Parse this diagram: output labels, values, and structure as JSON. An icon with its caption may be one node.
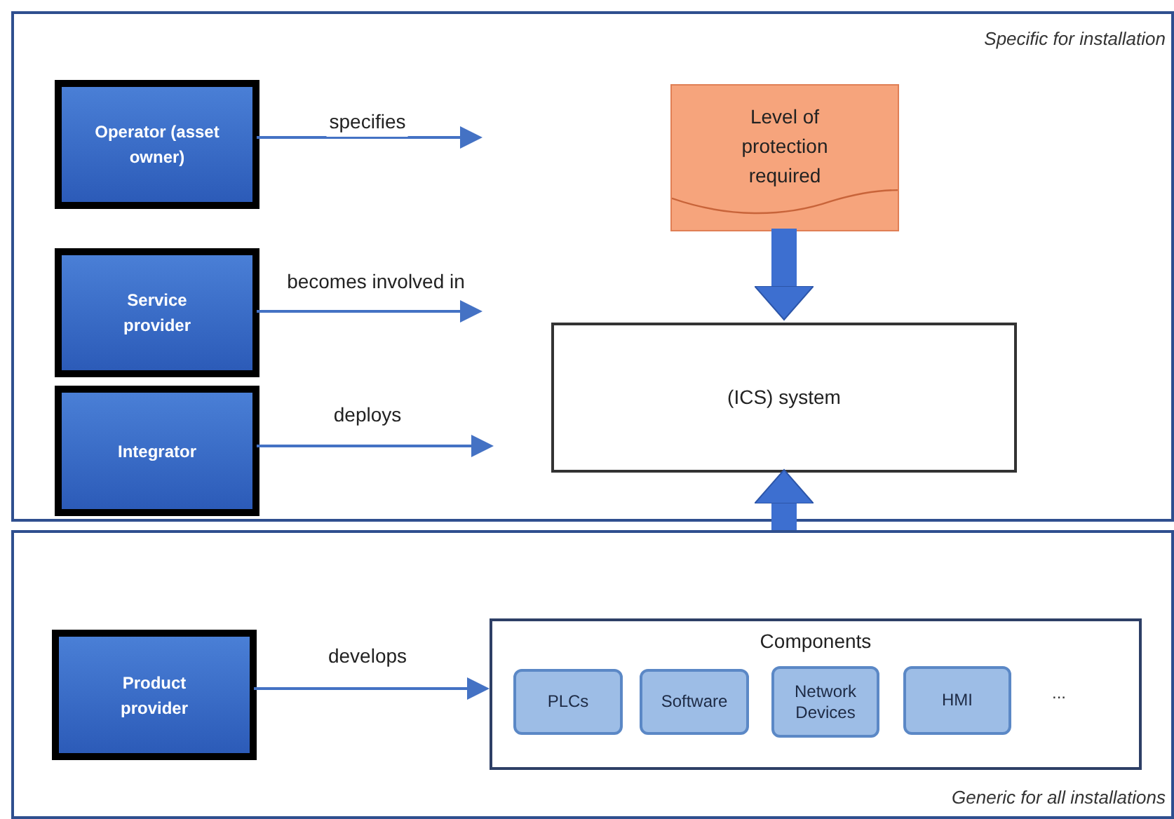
{
  "diagram": {
    "nodes": [
      {
        "text": [
          "Specific for installation"
        ]
      },
      {
        "text": [
          "Operator (asset owner)"
        ],
        "in": 0
      },
      {
        "text": [
          "Service provider"
        ],
        "in": 0
      },
      {
        "text": [
          "Integrator"
        ],
        "in": 0
      },
      {
        "text": [
          "Level of protection required"
        ],
        "in": 0
      },
      {
        "text": [
          "(ICS) system"
        ],
        "in": 0
      },
      {
        "text": [
          "Generic for all installations"
        ]
      },
      {
        "text": [
          "Product provider"
        ],
        "in": 6
      },
      {
        "text": [
          "Components"
        ],
        "in": 6
      },
      {
        "text": [
          "PLCs"
        ],
        "in": 8
      },
      {
        "text": [
          "Software"
        ],
        "in": 8
      },
      {
        "text": [
          "Network Devices"
        ],
        "in": 8
      },
      {
        "text": [
          "HMI"
        ],
        "in": 8
      }
    ],
    "edges": [
      {
        "from": 1,
        "to": null,
        "arrow": "to",
        "label": "specifies"
      },
      {
        "from": 2,
        "to": null,
        "arrow": "to",
        "label": "becomes involved in"
      },
      {
        "from": 3,
        "to": null,
        "arrow": "to",
        "label": "deploys"
      },
      {
        "from": 7,
        "to": 8,
        "arrow": "to",
        "label": "develops"
      },
      {
        "from": 4,
        "to": 5,
        "arrow": "to",
        "style": "thick"
      },
      {
        "from": 6,
        "to": 5,
        "arrow": "to",
        "style": "thick"
      }
    ],
    "labels": [
      "..."
    ]
  }
}
